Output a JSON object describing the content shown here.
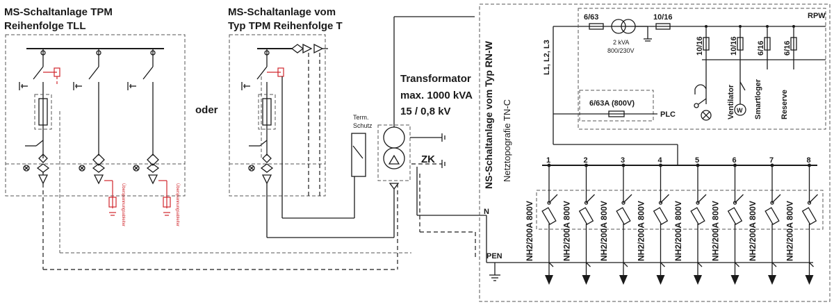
{
  "left_panel": {
    "title_line1": "MS-Schaltanlage TPM",
    "title_line2": "Reihenfolge TLL",
    "surge_label": "Überspannungsableiter"
  },
  "or_label": "oder",
  "middle_panel": {
    "title_line1": "MS-Schaltanlage vom",
    "title_line2": "Typ TPM Reihenfolge T"
  },
  "term_schutz": {
    "line1": "Term.",
    "line2": "Schutz"
  },
  "transformer": {
    "line1": "Transformator",
    "line2": "max. 1000 kVA",
    "line3": "15 / 0,8 kV"
  },
  "zk_label": "ZK",
  "ns_panel": {
    "title": "NS-Schaltanlage vom Typ RN-W",
    "subtitle": "Netztopografie TN-C",
    "phases_label": "L1, L2, L3",
    "n_label": "N",
    "pen_label": "PEN",
    "plc_label": "PLC",
    "plc_fuse_label": "6/63A (800V)"
  },
  "rpw": {
    "label": "RPW",
    "fuse_primary": "6/63",
    "fuse_secondary": "10/16",
    "transformer_line1": "2 kVA",
    "transformer_line2": "800/230V",
    "branches": [
      {
        "fuse": "10/16",
        "name": ""
      },
      {
        "fuse": "10/16",
        "name": "Ventilator"
      },
      {
        "fuse": "6/16",
        "name": "Smartloger"
      },
      {
        "fuse": "6/16",
        "name": "Reserve"
      }
    ]
  },
  "feeders": [
    {
      "number": "1",
      "fuse": "NH2/200A 800V"
    },
    {
      "number": "2",
      "fuse": "NH2/200A 800V"
    },
    {
      "number": "3",
      "fuse": "NH2/200A 800V"
    },
    {
      "number": "4",
      "fuse": "NH2/200A 800V"
    },
    {
      "number": "5",
      "fuse": "NH2/200A 800V"
    },
    {
      "number": "6",
      "fuse": "NH2/200A 800V"
    },
    {
      "number": "7",
      "fuse": "NH2/200A 800V"
    },
    {
      "number": "8",
      "fuse": "NH2/200A 800V"
    }
  ],
  "colors": {
    "line": "#1a1a1a",
    "accent": "#d0262c"
  }
}
